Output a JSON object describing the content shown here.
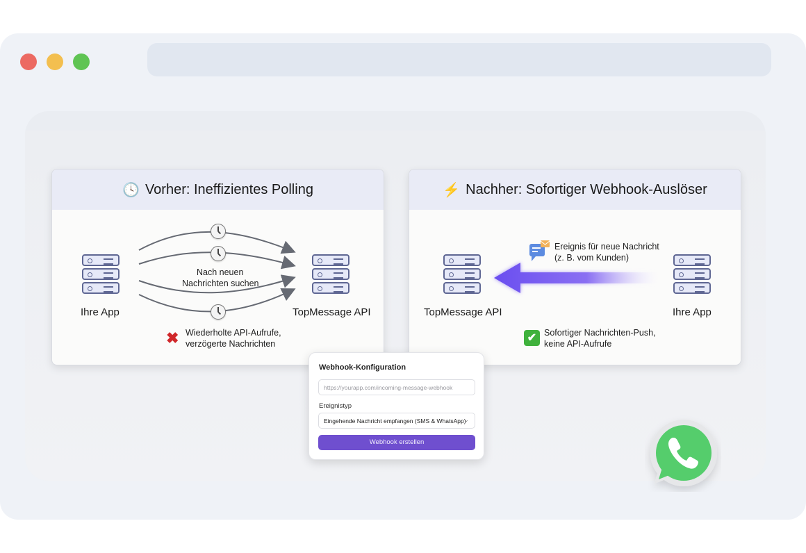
{
  "window": {
    "controls": [
      "close",
      "minimize",
      "maximize"
    ],
    "address_bar": ""
  },
  "before_panel": {
    "icon": "clock-icon",
    "icon_glyph": "🕓",
    "title": "Vorher: Ineffizientes Polling",
    "source_label": "Ihre App",
    "target_label": "TopMessage API",
    "arrows_label_line1": "Nach neuen",
    "arrows_label_line2": "Nachrichten suchen",
    "result_icon_glyph": "✖",
    "result_line1": "Wiederholte API-Aufrufe,",
    "result_line2": "verzögerte Nachrichten"
  },
  "after_panel": {
    "icon": "lightning-icon",
    "icon_glyph": "⚡",
    "title": "Nachher: Sofortiger Webhook-Auslöser",
    "target_label": "TopMessage API",
    "source_label": "Ihre App",
    "event_line1": "Ereignis für neue Nachricht",
    "event_line2": "(z. B. vom Kunden)",
    "result_icon_glyph": "✔",
    "result_line1": "Sofortiger Nachrichten-Push,",
    "result_line2": "keine API-Aufrufe"
  },
  "webhook_config": {
    "title": "Webhook-Konfiguration",
    "url_placeholder": "https://yourapp.com/incoming-message-webhook",
    "event_label": "Ereignistyp",
    "event_value": "Eingehende Nachricht empfangen (SMS & WhatsApp)",
    "chevron": "⌄",
    "submit_label": "Webhook erstellen"
  },
  "colors": {
    "accent": "#6f4fcf",
    "arrow": "#6a4ef0",
    "whatsapp": "#55cd6c",
    "server": "#5f6793"
  }
}
